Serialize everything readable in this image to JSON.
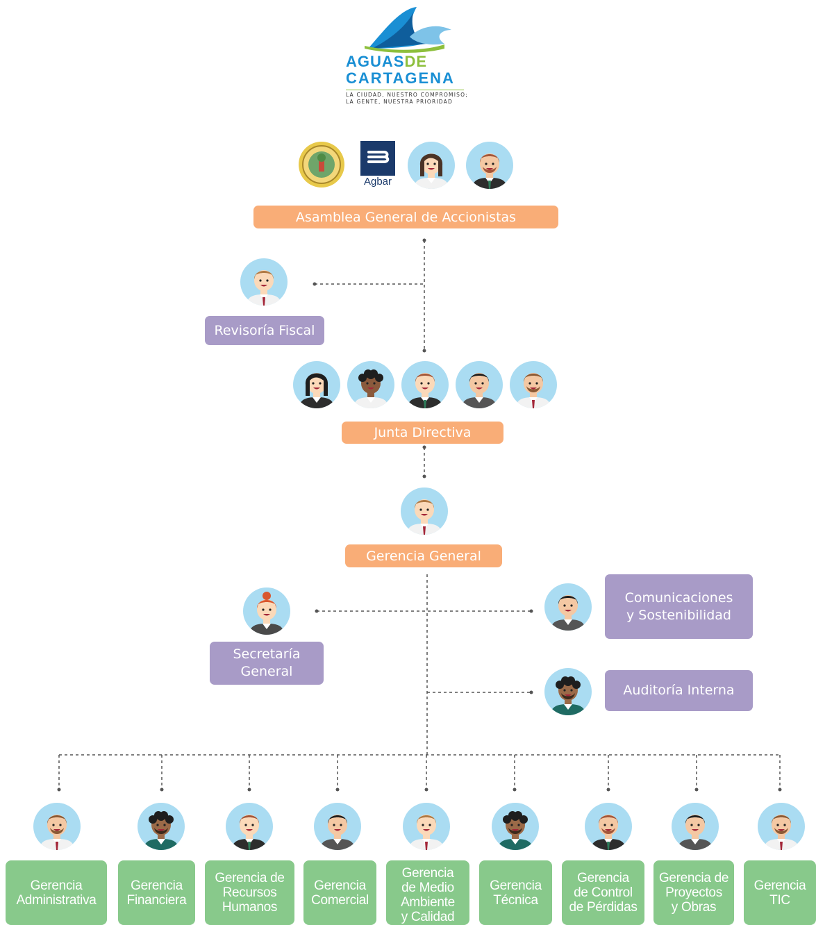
{
  "logo": {
    "brand_part1": "AGUAS",
    "brand_part2": "DE",
    "brand_line2": "CARTAGENA",
    "tagline_line1": "LA CIUDAD, NUESTRO COMPROMISO;",
    "tagline_line2": "LA GENTE, NUESTRA PRIORIDAD",
    "agbar_label": "Agbar"
  },
  "nodes": {
    "asamblea": "Asamblea General de Accionistas",
    "revisoria": "Revisoría Fiscal",
    "junta": "Junta Directiva",
    "gerencia_general": "Gerencia General",
    "secretaria_1": "Secretaría",
    "secretaria_2": "General",
    "comunicaciones_1": "Comunicaciones",
    "comunicaciones_2": "y Sostenibilidad",
    "auditoria": "Auditoría Interna"
  },
  "gerencias": [
    [
      "Gerencia",
      "Administrativa"
    ],
    [
      "Gerencia",
      "Financiera"
    ],
    [
      "Gerencia de",
      "Recursos",
      "Humanos"
    ],
    [
      "Gerencia",
      "Comercial"
    ],
    [
      "Gerencia",
      "de Medio",
      "Ambiente",
      "y Calidad"
    ],
    [
      "Gerencia",
      "Técnica"
    ],
    [
      "Gerencia",
      "de Control",
      "de Pérdidas"
    ],
    [
      "Gerencia de",
      "Proyectos",
      "y Obras"
    ],
    [
      "Gerencia",
      "TIC"
    ]
  ],
  "colors": {
    "orange_box": "#f9ad77",
    "purple_box": "#a89bc7",
    "green_box": "#88c98b",
    "avatar_bg": "#aadcf2",
    "logo_green": "#8dbf3c",
    "logo_blue": "#1a8fd4"
  }
}
